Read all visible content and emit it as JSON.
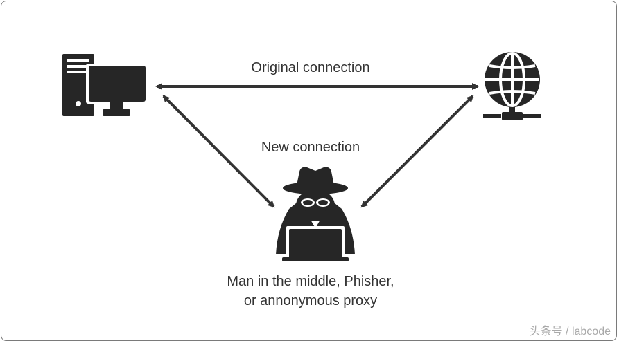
{
  "labels": {
    "original_connection": "Original connection",
    "new_connection": "New connection",
    "mitm_line1": "Man in the middle, Phisher,",
    "mitm_line2": "or annonymous proxy"
  },
  "watermark": "头条号 / labcode",
  "icons": {
    "client": "desktop-computer-icon",
    "server": "globe-network-icon",
    "attacker": "hacker-spy-icon"
  },
  "colors": {
    "icon": "#262626",
    "arrow": "#333333",
    "text": "#333333",
    "border": "#7a7a7a"
  }
}
